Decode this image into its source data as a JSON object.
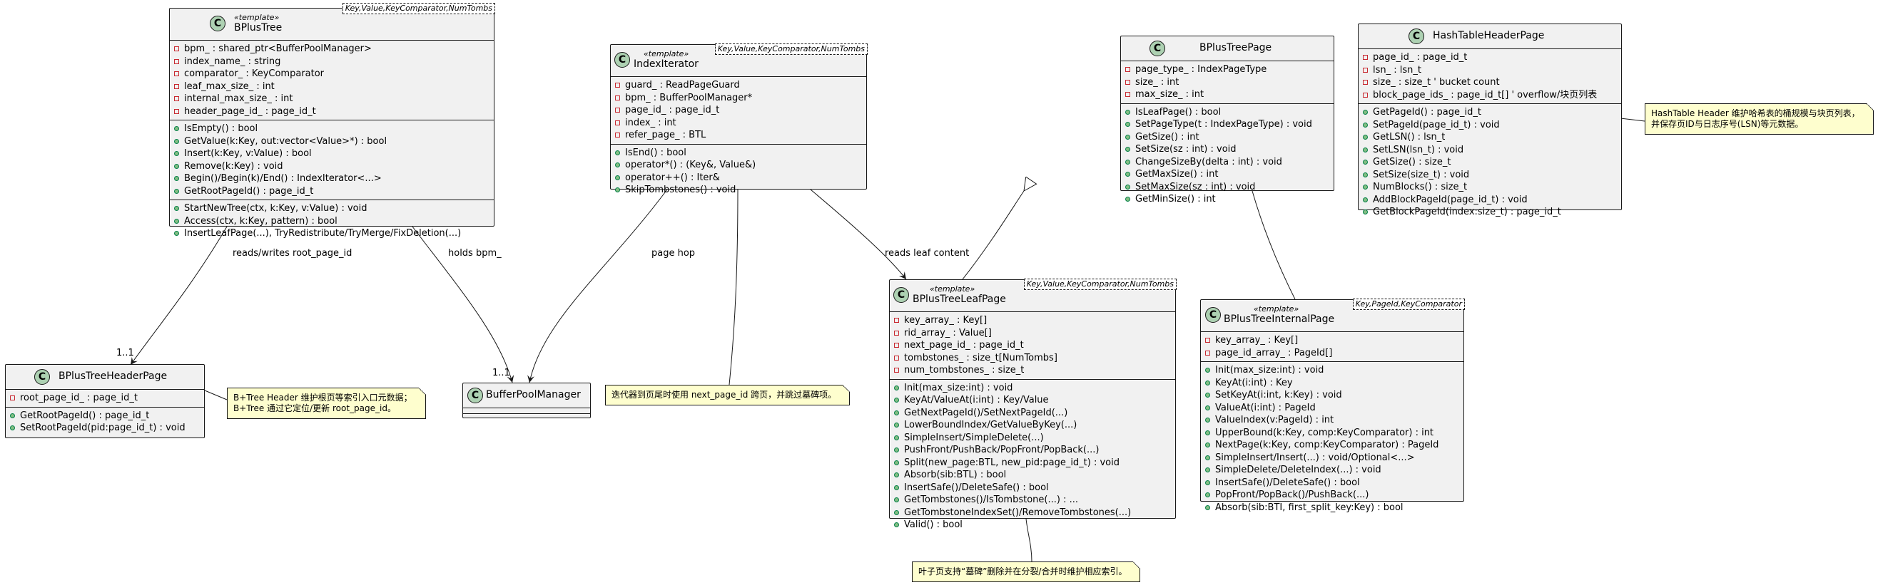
{
  "classes": {
    "bplustree": {
      "stereotype": "«template»",
      "name": "BPlusTree",
      "tparams": "Key,Value,KeyComparator,NumTombs",
      "fields": [
        "bpm_ : shared_ptr<BufferPoolManager>",
        "index_name_ : string",
        "comparator_ : KeyComparator",
        "leaf_max_size_ : int",
        "internal_max_size_ : int",
        "header_page_id_ : page_id_t"
      ],
      "methods": [
        "IsEmpty() : bool",
        "GetValue(k:Key, out:vector<Value>*) : bool",
        "Insert(k:Key, v:Value) : bool",
        "Remove(k:Key) : void",
        "Begin()/Begin(k)/End() : IndexIterator<...>",
        "GetRootPageId() : page_id_t"
      ],
      "methods2": [
        "StartNewTree(ctx, k:Key, v:Value) : void",
        "Access(ctx, k:Key, pattern) : bool",
        "InsertLeafPage(...), TryRedistribute/TryMerge/FixDeletion(...)"
      ]
    },
    "indexiterator": {
      "stereotype": "«template»",
      "name": "IndexIterator",
      "tparams": "Key,Value,KeyComparator,NumTombs",
      "fields": [
        "guard_ : ReadPageGuard",
        "bpm_ : BufferPoolManager*",
        "page_id_ : page_id_t",
        "index_ : int",
        "refer_page_ : BTL"
      ],
      "methods": [
        "IsEnd() : bool",
        "operator*() : (Key&, Value&)",
        "operator++() : Iter&",
        "SkipTombstones() : void"
      ]
    },
    "bplustreepage": {
      "name": "BPlusTreePage",
      "fields": [
        "page_type_ : IndexPageType",
        "size_ : int",
        "max_size_ : int"
      ],
      "methods": [
        "IsLeafPage() : bool",
        "SetPageType(t : IndexPageType) : void",
        "GetSize() : int",
        "SetSize(sz : int) : void",
        "ChangeSizeBy(delta : int) : void",
        "GetMaxSize() : int",
        "SetMaxSize(sz : int) : void",
        "GetMinSize() : int"
      ]
    },
    "hashtableheaderpage": {
      "name": "HashTableHeaderPage",
      "fields": [
        "page_id_ : page_id_t",
        "lsn_ : lsn_t",
        "size_ : size_t      ' bucket count",
        "block_page_ids_ : page_id_t[]  ' overflow/块页列表"
      ],
      "methods": [
        "GetPageId() : page_id_t",
        "SetPageId(page_id_t) : void",
        "GetLSN() : lsn_t",
        "SetLSN(lsn_t) : void",
        "GetSize() : size_t",
        "SetSize(size_t) : void",
        "NumBlocks() : size_t",
        "AddBlockPageId(page_id_t) : void",
        "GetBlockPageId(index:size_t) : page_id_t"
      ]
    },
    "bplustreeheaderpage": {
      "name": "BPlusTreeHeaderPage",
      "fields": [
        "root_page_id_ : page_id_t"
      ],
      "methods": [
        "GetRootPageId() : page_id_t",
        "SetRootPageId(pid:page_id_t) : void"
      ]
    },
    "bufferpoolmanager": {
      "name": "BufferPoolManager"
    },
    "bplustreeleafpage": {
      "stereotype": "«template»",
      "name": "BPlusTreeLeafPage",
      "tparams": "Key,Value,KeyComparator,NumTombs",
      "fields": [
        "key_array_ : Key[]",
        "rid_array_ : Value[]",
        "next_page_id_ : page_id_t",
        "tombstones_ : size_t[NumTombs]",
        "num_tombstones_ : size_t"
      ],
      "methods": [
        "Init(max_size:int) : void",
        "KeyAt/ValueAt(i:int) : Key/Value",
        "GetNextPageId()/SetNextPageId(...)",
        "LowerBoundIndex/GetValueByKey(...)",
        "SimpleInsert/SimpleDelete(...)",
        "PushFront/PushBack/PopFront/PopBack(...)",
        "Split(new_page:BTL, new_pid:page_id_t) : void",
        "Absorb(sib:BTL) : bool",
        "InsertSafe()/DeleteSafe() : bool",
        "GetTombstones()/IsTombstone(...) : ...",
        "GetTombstoneIndexSet()/RemoveTombstones(...)",
        "Valid() : bool"
      ]
    },
    "bplustreeinternalpage": {
      "stereotype": "«template»",
      "name": "BPlusTreeInternalPage",
      "tparams": "Key,PageId,KeyComparator",
      "fields": [
        "key_array_ : Key[]",
        "page_id_array_ : PageId[]"
      ],
      "methods": [
        "Init(max_size:int) : void",
        "KeyAt(i:int) : Key",
        "SetKeyAt(i:int, k:Key) : void",
        "ValueAt(i:int) : PageId",
        "ValueIndex(v:PageId) : int",
        "UpperBound(k:Key, comp:KeyComparator) : int",
        "NextPage(k:Key, comp:KeyComparator) : PageId",
        "SimpleInsert/Insert(...) : void/Optional<...>",
        "SimpleDelete/DeleteIndex(...) : void",
        "InsertSafe()/DeleteSafe() : bool",
        "PopFront/PopBack()/PushBack(...)",
        "Absorb(sib:BTI, first_split_key:Key) : bool"
      ]
    }
  },
  "notes": {
    "hash": [
      "HashTable Header 维护哈希表的桶规模与块页列表，",
      "并保存页ID与日志序号(LSN)等元数据。"
    ],
    "header": [
      "B+Tree Header 维护根页等索引入口元数据；",
      "B+Tree 通过它定位/更新 root_page_id。"
    ],
    "iterator": [
      "迭代器到页尾时使用 next_page_id 跨页，并跳过墓碑项。"
    ],
    "leaf": [
      "叶子页支持“墓碑”删除并在分裂/合并时维护相应索引。"
    ]
  },
  "edges": {
    "reads_writes_root": "reads/writes root_page_id",
    "holds_bpm": "holds bpm_",
    "page_hop": "page hop",
    "reads_leaf": "reads leaf content",
    "mult_header": "1..1",
    "mult_bpm": "1..1"
  },
  "colors": {
    "class_bg": "#f1f1f1",
    "class_circle": "#add1b2",
    "note_bg": "#fefece",
    "private_marker": "#c82930",
    "public_marker": "#84be84"
  }
}
